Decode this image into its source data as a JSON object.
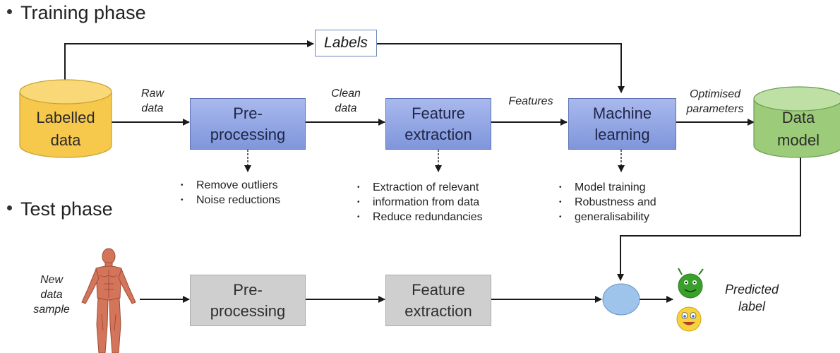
{
  "training_heading": "Training phase",
  "test_heading": "Test phase",
  "labels_box": "Labels",
  "training": {
    "source_top": "Labelled",
    "source_bottom": "data",
    "raw_top": "Raw",
    "raw_bottom": "data",
    "pre_top": "Pre-",
    "pre_bottom": "processing",
    "clean_top": "Clean",
    "clean_bottom": "data",
    "feat_top": "Feature",
    "feat_bottom": "extraction",
    "features_label": "Features",
    "ml_top": "Machine",
    "ml_bottom": "learning",
    "opt_top": "Optimised",
    "opt_bottom": "parameters",
    "model_top": "Data",
    "model_bottom": "model"
  },
  "notes": {
    "pre": [
      "Remove outliers",
      "Noise reductions"
    ],
    "feat": [
      "Extraction of relevant",
      "information from data",
      "Reduce redundancies"
    ],
    "ml": [
      "Model training",
      "Robustness and",
      "generalisability"
    ]
  },
  "test": {
    "new_1": "New",
    "new_2": "data",
    "new_3": "sample",
    "pre_top": "Pre-",
    "pre_bottom": "processing",
    "feat_top": "Feature",
    "feat_bottom": "extraction",
    "pred_top": "Predicted",
    "pred_bottom": "label"
  },
  "colors": {
    "labelled_data": "#f6c84c",
    "data_model": "#9ccc7a",
    "process_blue": "#8fa3e2",
    "process_gray": "#cfcfcf",
    "classifier_circle": "#9fc4ec"
  }
}
